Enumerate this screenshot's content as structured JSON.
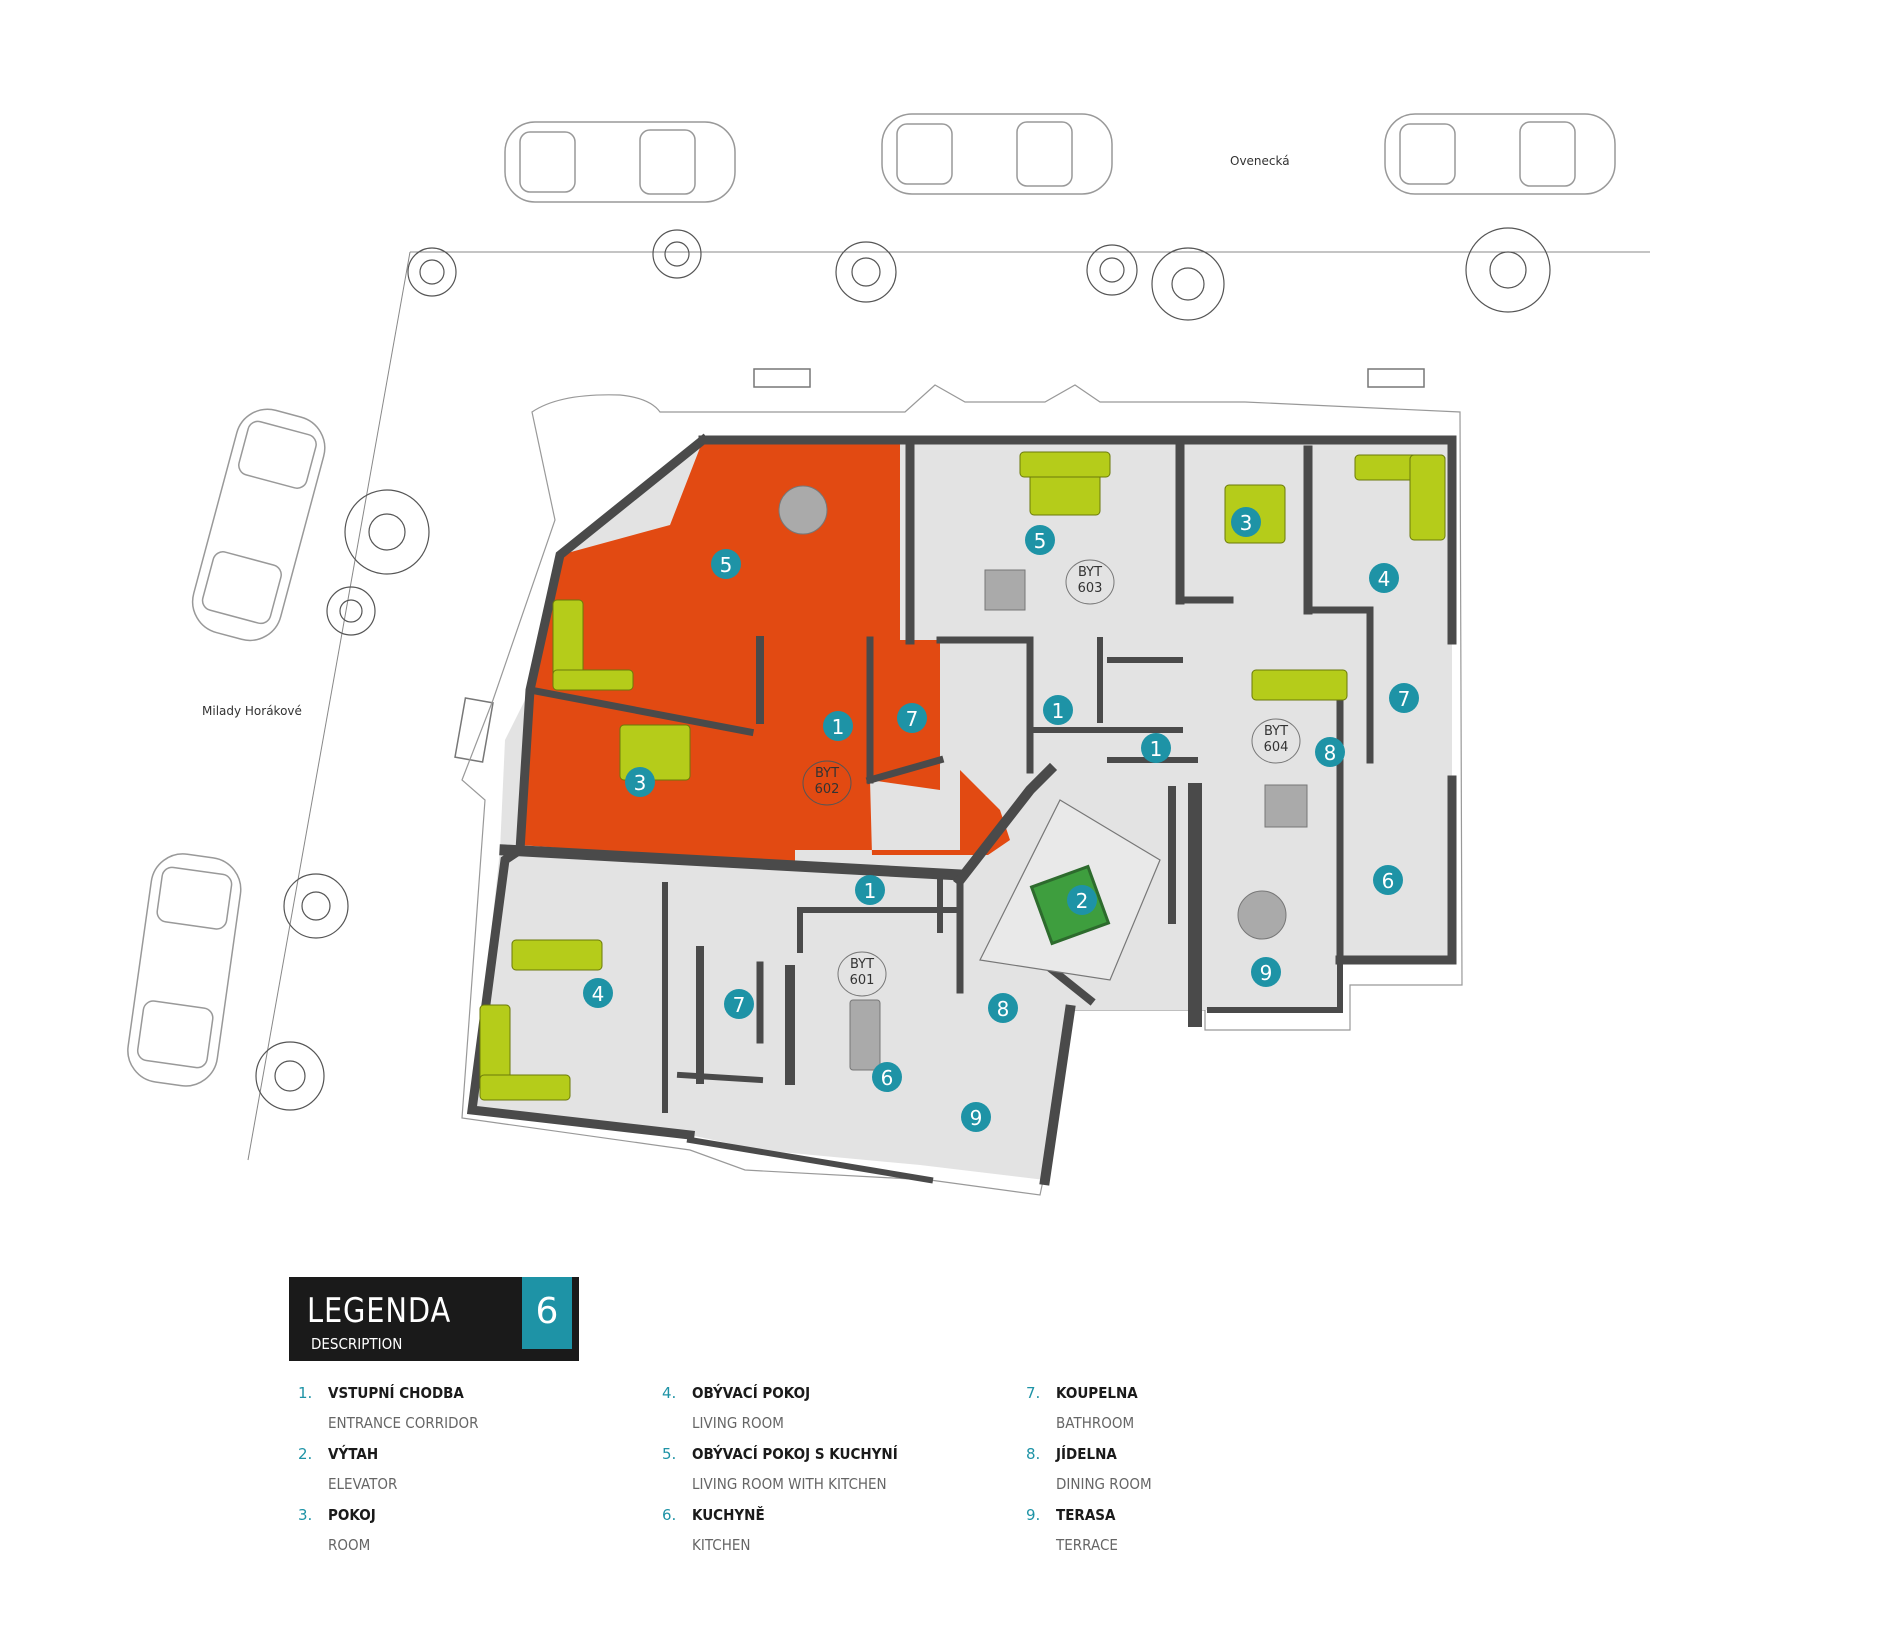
{
  "streets": {
    "top": "Ovenecká",
    "left": "Milady Horákové"
  },
  "apartments": [
    {
      "name": "BYT",
      "number": "601"
    },
    {
      "name": "BYT",
      "number": "602"
    },
    {
      "name": "BYT",
      "number": "603"
    },
    {
      "name": "BYT",
      "number": "604"
    }
  ],
  "room_markers": [
    {
      "n": "5",
      "apt": "602"
    },
    {
      "n": "1",
      "apt": "602"
    },
    {
      "n": "7",
      "apt": "602"
    },
    {
      "n": "3",
      "apt": "602"
    },
    {
      "n": "5",
      "apt": "603"
    },
    {
      "n": "1",
      "apt": "603"
    },
    {
      "n": "3",
      "apt": "604"
    },
    {
      "n": "4",
      "apt": "604"
    },
    {
      "n": "7",
      "apt": "604"
    },
    {
      "n": "1",
      "apt": "604"
    },
    {
      "n": "8",
      "apt": "604"
    },
    {
      "n": "6",
      "apt": "604"
    },
    {
      "n": "9",
      "apt": "604"
    },
    {
      "n": "2",
      "apt": "core"
    },
    {
      "n": "1",
      "apt": "601"
    },
    {
      "n": "4",
      "apt": "601"
    },
    {
      "n": "7",
      "apt": "601"
    },
    {
      "n": "8",
      "apt": "601"
    },
    {
      "n": "6",
      "apt": "601"
    },
    {
      "n": "9",
      "apt": "601"
    }
  ],
  "legend": {
    "title": "LEGENDA",
    "subtitle": "DESCRIPTION",
    "floor": "6",
    "items": [
      {
        "num": "1.",
        "cz": "VSTUPNÍ CHODBA",
        "en": "ENTRANCE CORRIDOR"
      },
      {
        "num": "2.",
        "cz": "VÝTAH",
        "en": "ELEVATOR"
      },
      {
        "num": "3.",
        "cz": "POKOJ",
        "en": "ROOM"
      },
      {
        "num": "4.",
        "cz": "OBÝVACÍ POKOJ",
        "en": "LIVING ROOM"
      },
      {
        "num": "5.",
        "cz": "OBÝVACÍ POKOJ S KUCHYNÍ",
        "en": "LIVING ROOM WITH KITCHEN"
      },
      {
        "num": "6.",
        "cz": "KUCHYNĚ",
        "en": "KITCHEN"
      },
      {
        "num": "7.",
        "cz": "KOUPELNA",
        "en": "BATHROOM"
      },
      {
        "num": "8.",
        "cz": "JÍDELNA",
        "en": "DINING ROOM"
      },
      {
        "num": "9.",
        "cz": "TERASA",
        "en": "TERRACE"
      }
    ]
  },
  "colors": {
    "highlight": "#e24a12",
    "marker": "#1e93a6",
    "furniture": "#b5cc1a",
    "wall": "#4a4a4a",
    "floor": "#e3e3e3"
  }
}
